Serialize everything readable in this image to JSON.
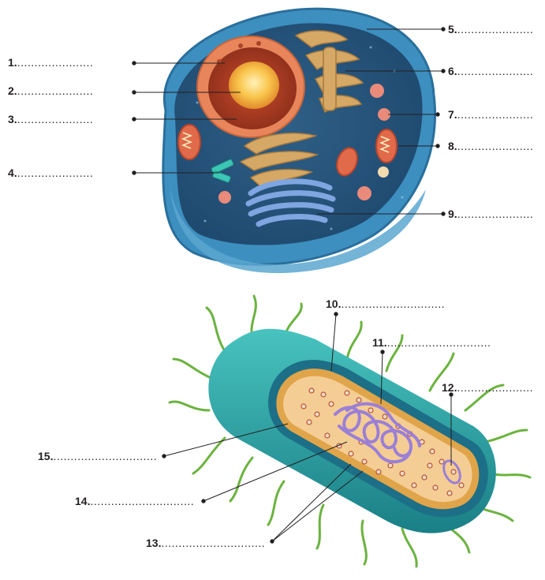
{
  "animal_cell": {
    "labels": [
      {
        "number": "1.",
        "blank": "......................"
      },
      {
        "number": "2.",
        "blank": "......................"
      },
      {
        "number": "3.",
        "blank": "......................"
      },
      {
        "number": "4.",
        "blank": "......................"
      },
      {
        "number": "5.",
        "blank": "......................"
      },
      {
        "number": "6.",
        "blank": "......................"
      },
      {
        "number": "7.",
        "blank": "......................"
      },
      {
        "number": "8.",
        "blank": "......................"
      },
      {
        "number": "9.",
        "blank": "......................"
      }
    ]
  },
  "bacterial_cell": {
    "labels": [
      {
        "number": "10.",
        "blank": ".............................."
      },
      {
        "number": "11.",
        "blank": ".............................."
      },
      {
        "number": "12.",
        "blank": "......................"
      },
      {
        "number": "13.",
        "blank": ".............................."
      },
      {
        "number": "14.",
        "blank": ".............................."
      },
      {
        "number": "15.",
        "blank": ".............................."
      }
    ]
  },
  "colors": {
    "cell_membrane": "#2e7ea8",
    "cytoplasm": "#4a9cc4",
    "nucleus_envelope": "#e07a4a",
    "nucleolus": "#f7b733",
    "organelle_tan": "#c99a57",
    "golgi_blue": "#6b8fd0",
    "capsule_teal": "#2aa7a5",
    "cell_wall": "#1e7d8f",
    "bacterial_cytoplasm": "#f2c98c",
    "dna": "#a58ad6",
    "flagella": "#6bb33f",
    "leader_line": "#231f20"
  }
}
